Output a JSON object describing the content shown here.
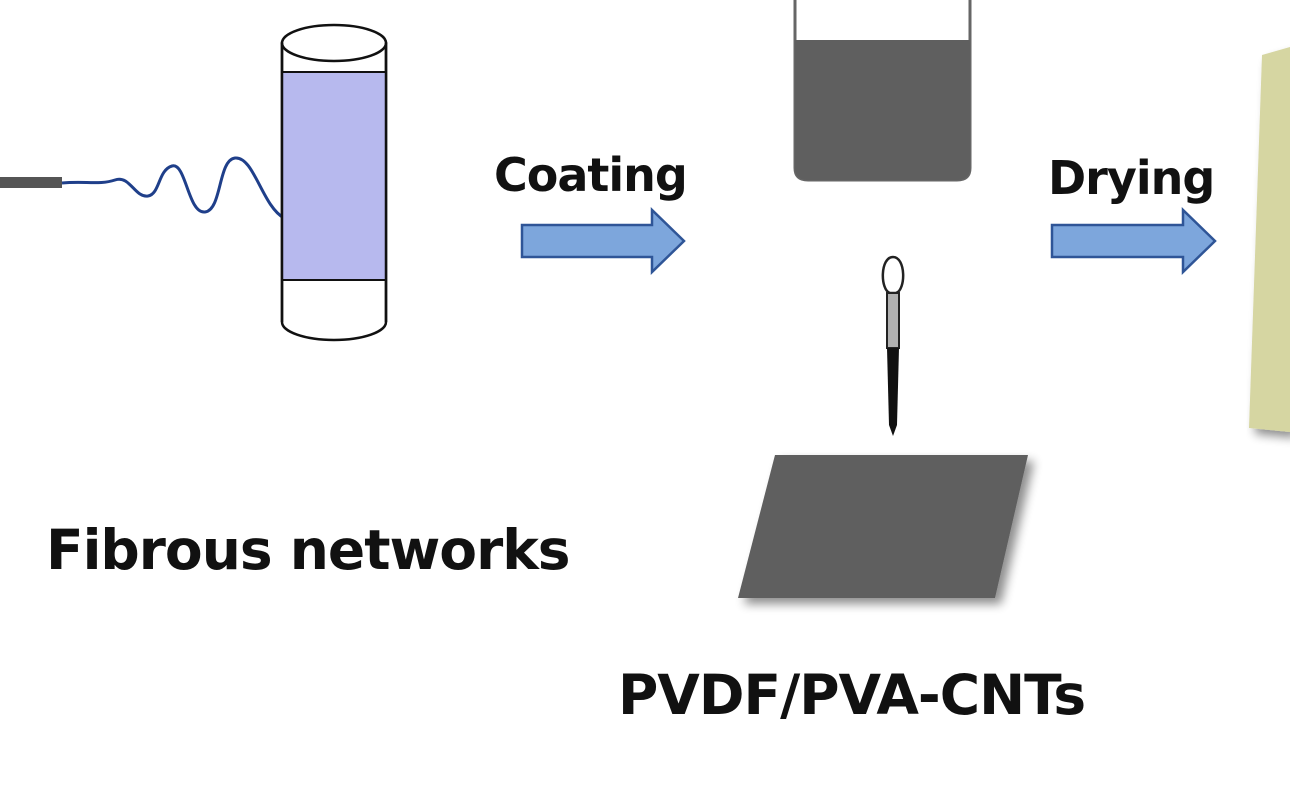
{
  "steps": {
    "coating_label": "Coating",
    "drying_label": "Drying"
  },
  "labels": {
    "fibrous_networks": "Fibrous networks",
    "pvdf_pva_cnts": "PVDF/PVA-CNTs"
  },
  "colors": {
    "arrow_fill": "#7da6dc",
    "arrow_stroke": "#2f5597",
    "fiber_line": "#1f3f8a",
    "cylinder_fill": "#b7b9ee",
    "dark_slurry": "#5f5f5f",
    "film_color": "#d6d6a2",
    "label_text": "#111111"
  }
}
